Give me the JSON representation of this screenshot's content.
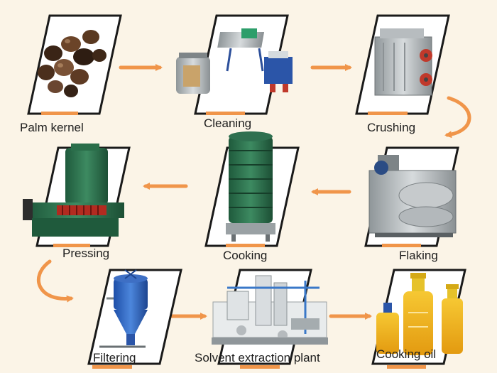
{
  "steps": [
    {
      "id": "palm-kernel",
      "label": "Palm kernel",
      "image": "palm-kernel-nuts"
    },
    {
      "id": "cleaning",
      "label": "Cleaning",
      "image": "cleaning-machines"
    },
    {
      "id": "crushing",
      "label": "Crushing",
      "image": "crusher-machine"
    },
    {
      "id": "flaking",
      "label": "Flaking",
      "image": "flaking-machine"
    },
    {
      "id": "cooking",
      "label": "Cooking",
      "image": "cooking-tower"
    },
    {
      "id": "pressing",
      "label": "Pressing",
      "image": "screw-oil-press"
    },
    {
      "id": "filtering",
      "label": "Filtering",
      "image": "filter-tank"
    },
    {
      "id": "solvent-extraction-plant",
      "label": "Solvent extraction plant",
      "image": "extraction-plant"
    },
    {
      "id": "cooking-oil",
      "label": "Cooking oil",
      "image": "oil-bottles"
    }
  ],
  "colors": {
    "background": "#fbf4e7",
    "arrow": "#f0954a",
    "accent_bar": "#f0954a",
    "frame": "#1a1a1a"
  }
}
